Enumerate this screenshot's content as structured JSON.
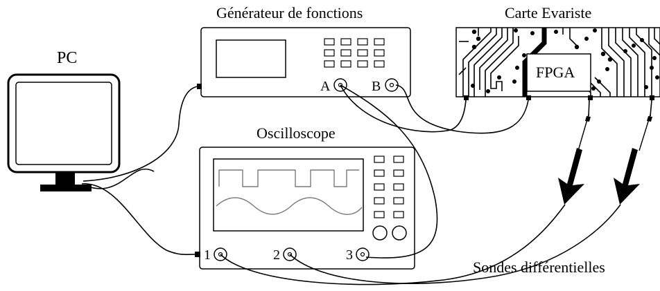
{
  "labels": {
    "pc": "PC",
    "generator": "Générateur de fonctions",
    "board": "Carte Evariste",
    "fpga": "FPGA",
    "oscilloscope": "Oscilloscope",
    "probes": "Sondes différentielles"
  },
  "generator_ports": [
    "A",
    "B"
  ],
  "scope_ports": [
    "1",
    "2",
    "3"
  ]
}
